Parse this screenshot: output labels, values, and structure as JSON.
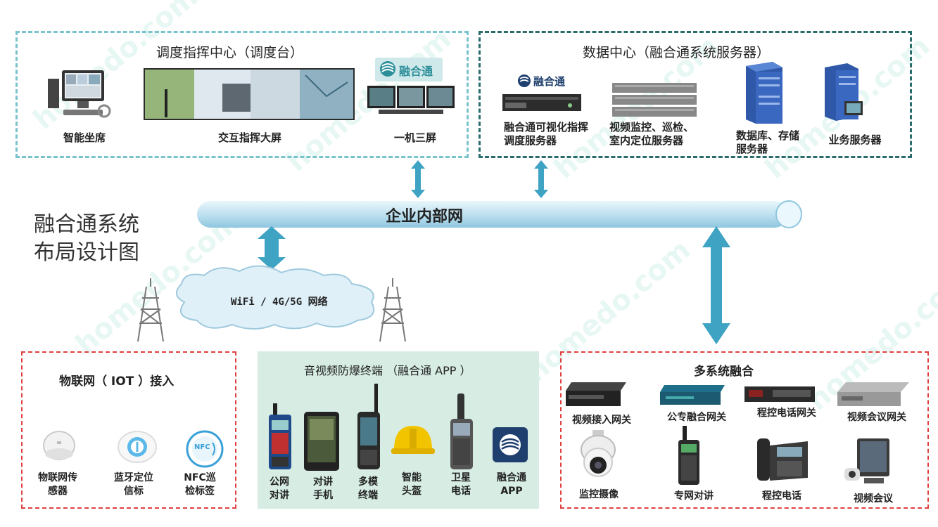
{
  "dispatch_center": {
    "title": "调度指挥中心（调度台）",
    "items": [
      "智能坐席",
      "交互指挥大屏",
      "一机三屏"
    ]
  },
  "data_center": {
    "title": "数据中心（融合通系统服务器）",
    "items": [
      "融合通可视化指挥调度服务器",
      "视频监控、巡检、室内定位服务器",
      "数据库、存储服务器",
      "业务服务器"
    ]
  },
  "brand_logo_text": "融合通",
  "network": {
    "intranet": "企业内部网",
    "wireless": "WiFi / 4G/5G 网络"
  },
  "diagram_title": [
    "融合通系统",
    "布局设计图"
  ],
  "iot": {
    "title": "物联网（ IOT ）接入",
    "items": [
      "物联网传感器",
      "蓝牙定位信标",
      "NFC巡检标签"
    ],
    "nfc_badge": "NFC"
  },
  "terminals": {
    "title": "音视频防爆终端 （融合通 APP ）",
    "items": [
      "公网对讲",
      "对讲手机",
      "多模终端",
      "智能头盔",
      "卫星电话",
      "融合通APP"
    ]
  },
  "integration": {
    "title": "多系统融合",
    "items": [
      "视频接入网关",
      "公专融合网关",
      "程控电话网关",
      "视频会议网关",
      "监控摄像",
      "专网对讲",
      "程控电话",
      "视频会议"
    ]
  },
  "colors": {
    "dispatch_border": "#79c3cc",
    "data_border": "#2a6b6b",
    "bottom_border": "#e04040",
    "terminal_bg": "#d7ede4",
    "pipe": "#bfe1f0",
    "arrow": "#3fa3c4"
  }
}
